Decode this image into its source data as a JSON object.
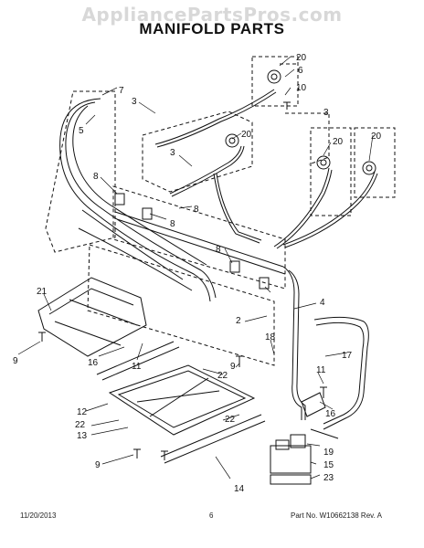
{
  "watermark": "AppliancePartsPros.com",
  "title": "MANIFOLD PARTS",
  "callouts": {
    "c20a": "20",
    "c6": "6",
    "c10": "10",
    "c7": "7",
    "c3a": "3",
    "c3b": "3",
    "c20b": "20",
    "c20c": "20",
    "c20d": "20",
    "c3c": "3",
    "c5": "5",
    "c8a": "8",
    "c8b": "8",
    "c8c": "8",
    "c8d": "8",
    "c4": "4",
    "c21": "21",
    "c2": "2",
    "c18": "18",
    "c9a": "9",
    "c16a": "16",
    "c11a": "11",
    "c17": "17",
    "c22a": "22",
    "c9b": "9",
    "c11b": "11",
    "c12": "12",
    "c22b": "22",
    "c13": "13",
    "c22c": "22",
    "c16b": "16",
    "c19": "19",
    "c9c": "9",
    "c14": "14",
    "c15": "15",
    "c23": "23"
  },
  "footer": {
    "date": "11/20/2013",
    "page": "6",
    "part": "Part No.  W10662138  Rev.  A"
  }
}
